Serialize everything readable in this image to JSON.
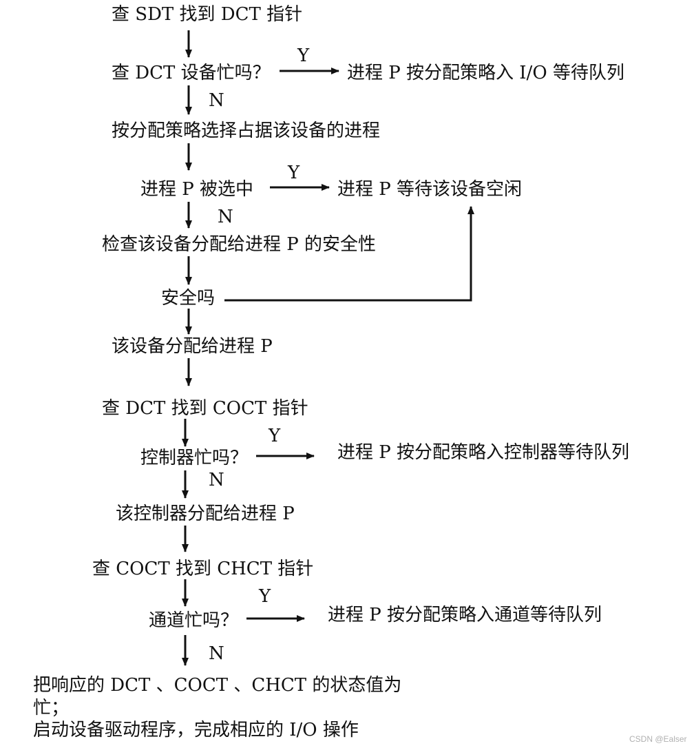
{
  "flowchart": {
    "steps": {
      "s1": "查 SDT 找到 DCT 指针",
      "s2": "查 DCT 设备忙吗？",
      "s3": "按分配策略选择占据该设备的进程",
      "s4": "进程 P 被选中",
      "s5": "检查该设备分配给进程 P 的安全性",
      "s6": "安全吗",
      "s7": "该设备分配给进程 P",
      "s8": "查 DCT 找到 COCT 指针",
      "s9": "控制器忙吗？",
      "s10": "该控制器分配给进程 P",
      "s11": "查 COCT 找到 CHCT 指针",
      "s12": "通道忙吗？",
      "s13_line1": "把响应的 DCT 、COCT 、CHCT 的状态值为",
      "s13_line2": "忙；",
      "s13_line3": "启动设备驱动程序，完成相应的 I/O 操作"
    },
    "outcomes": {
      "o1": "进程 P 按分配策略入 I/O 等待队列",
      "o2": "进程 P 等待该设备空闲",
      "o3": "进程 P 按分配策略入控制器等待队列",
      "o4": "进程 P 按分配策略入通道等待队列"
    },
    "labels": {
      "yes": "Y",
      "no": "N"
    }
  },
  "watermark": "CSDN @Ealser",
  "colors": {
    "ink": "#111111",
    "background": "#ffffff",
    "watermark": "#b0b0b0"
  }
}
